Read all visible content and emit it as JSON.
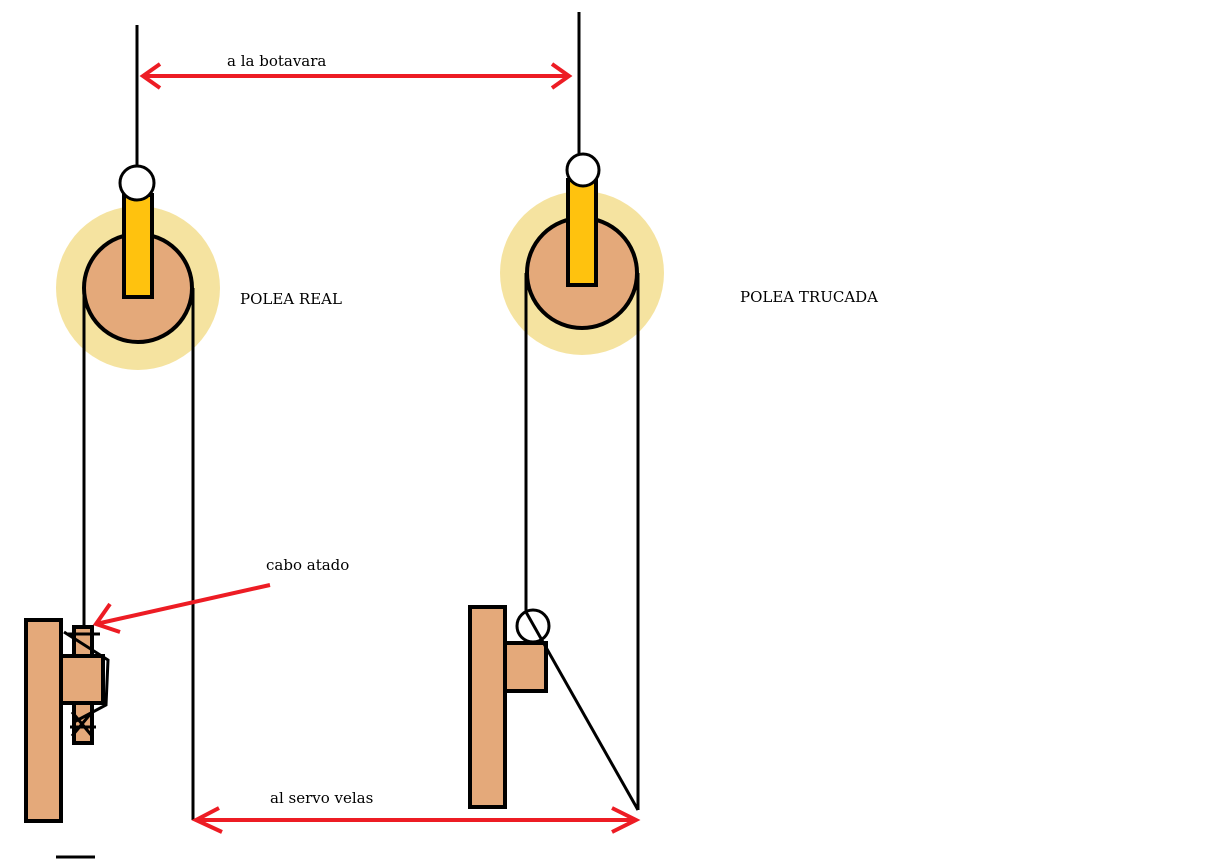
{
  "labels": {
    "top_arrow": "a la botavara",
    "pulley_real": "POLEA REAL",
    "pulley_trick": "POLEA TRUCADA",
    "tied_rope": "cabo atado",
    "bottom_arrow": "al servo velas"
  },
  "colors": {
    "wood": "#e4a97a",
    "pulley_ring": "#f5e3a0",
    "axle": "#ffc20e",
    "arrow": "#ed1c24"
  }
}
